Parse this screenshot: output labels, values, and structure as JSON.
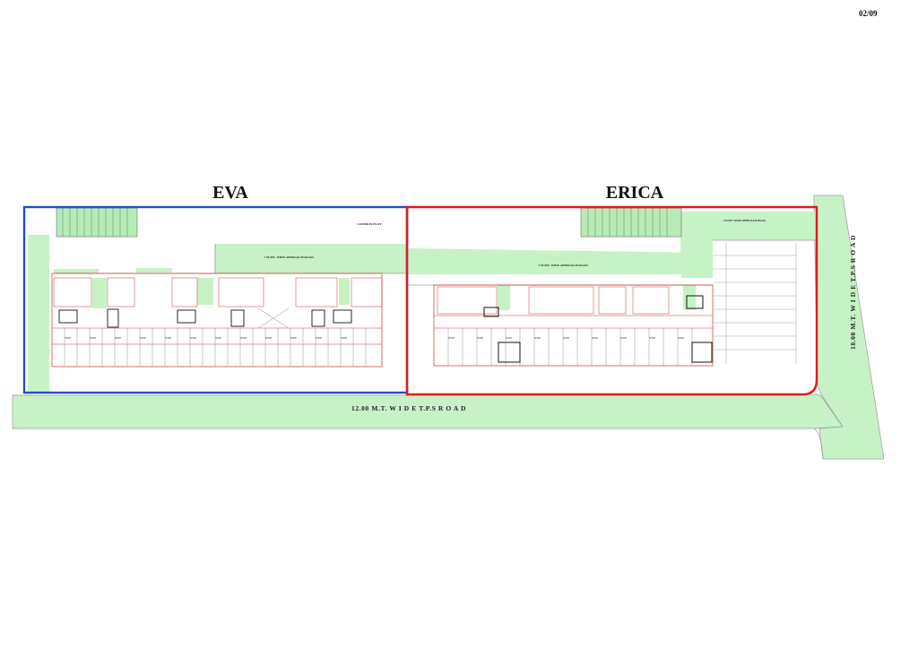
{
  "page": {
    "number": "02/09"
  },
  "blocks": [
    {
      "name": "EVA",
      "outline_color": "#1f4fd1"
    },
    {
      "name": "ERICA",
      "outline_color": "#e0191f"
    }
  ],
  "roads": {
    "bottom": "12.00  M.T.  W I D E  T.P.S  R O A D",
    "right": "18.00  M.T.  W I D E  T.P.S  R O A D"
  },
  "annotations": {
    "common_plot": "COMMON PLOT",
    "approach_road_eva": "7.50 MT. WIDE APPROACH ROAD",
    "approach_road_erica": "7.50 MT. WIDE APPROACH ROAD",
    "approach_road_corner": "7.50 MT. WIDE APPROACH ROAD"
  },
  "colors": {
    "road_green": "#c6f2c6",
    "road_border": "#9a9a9a",
    "wall": "#c33",
    "stair": "#111"
  }
}
